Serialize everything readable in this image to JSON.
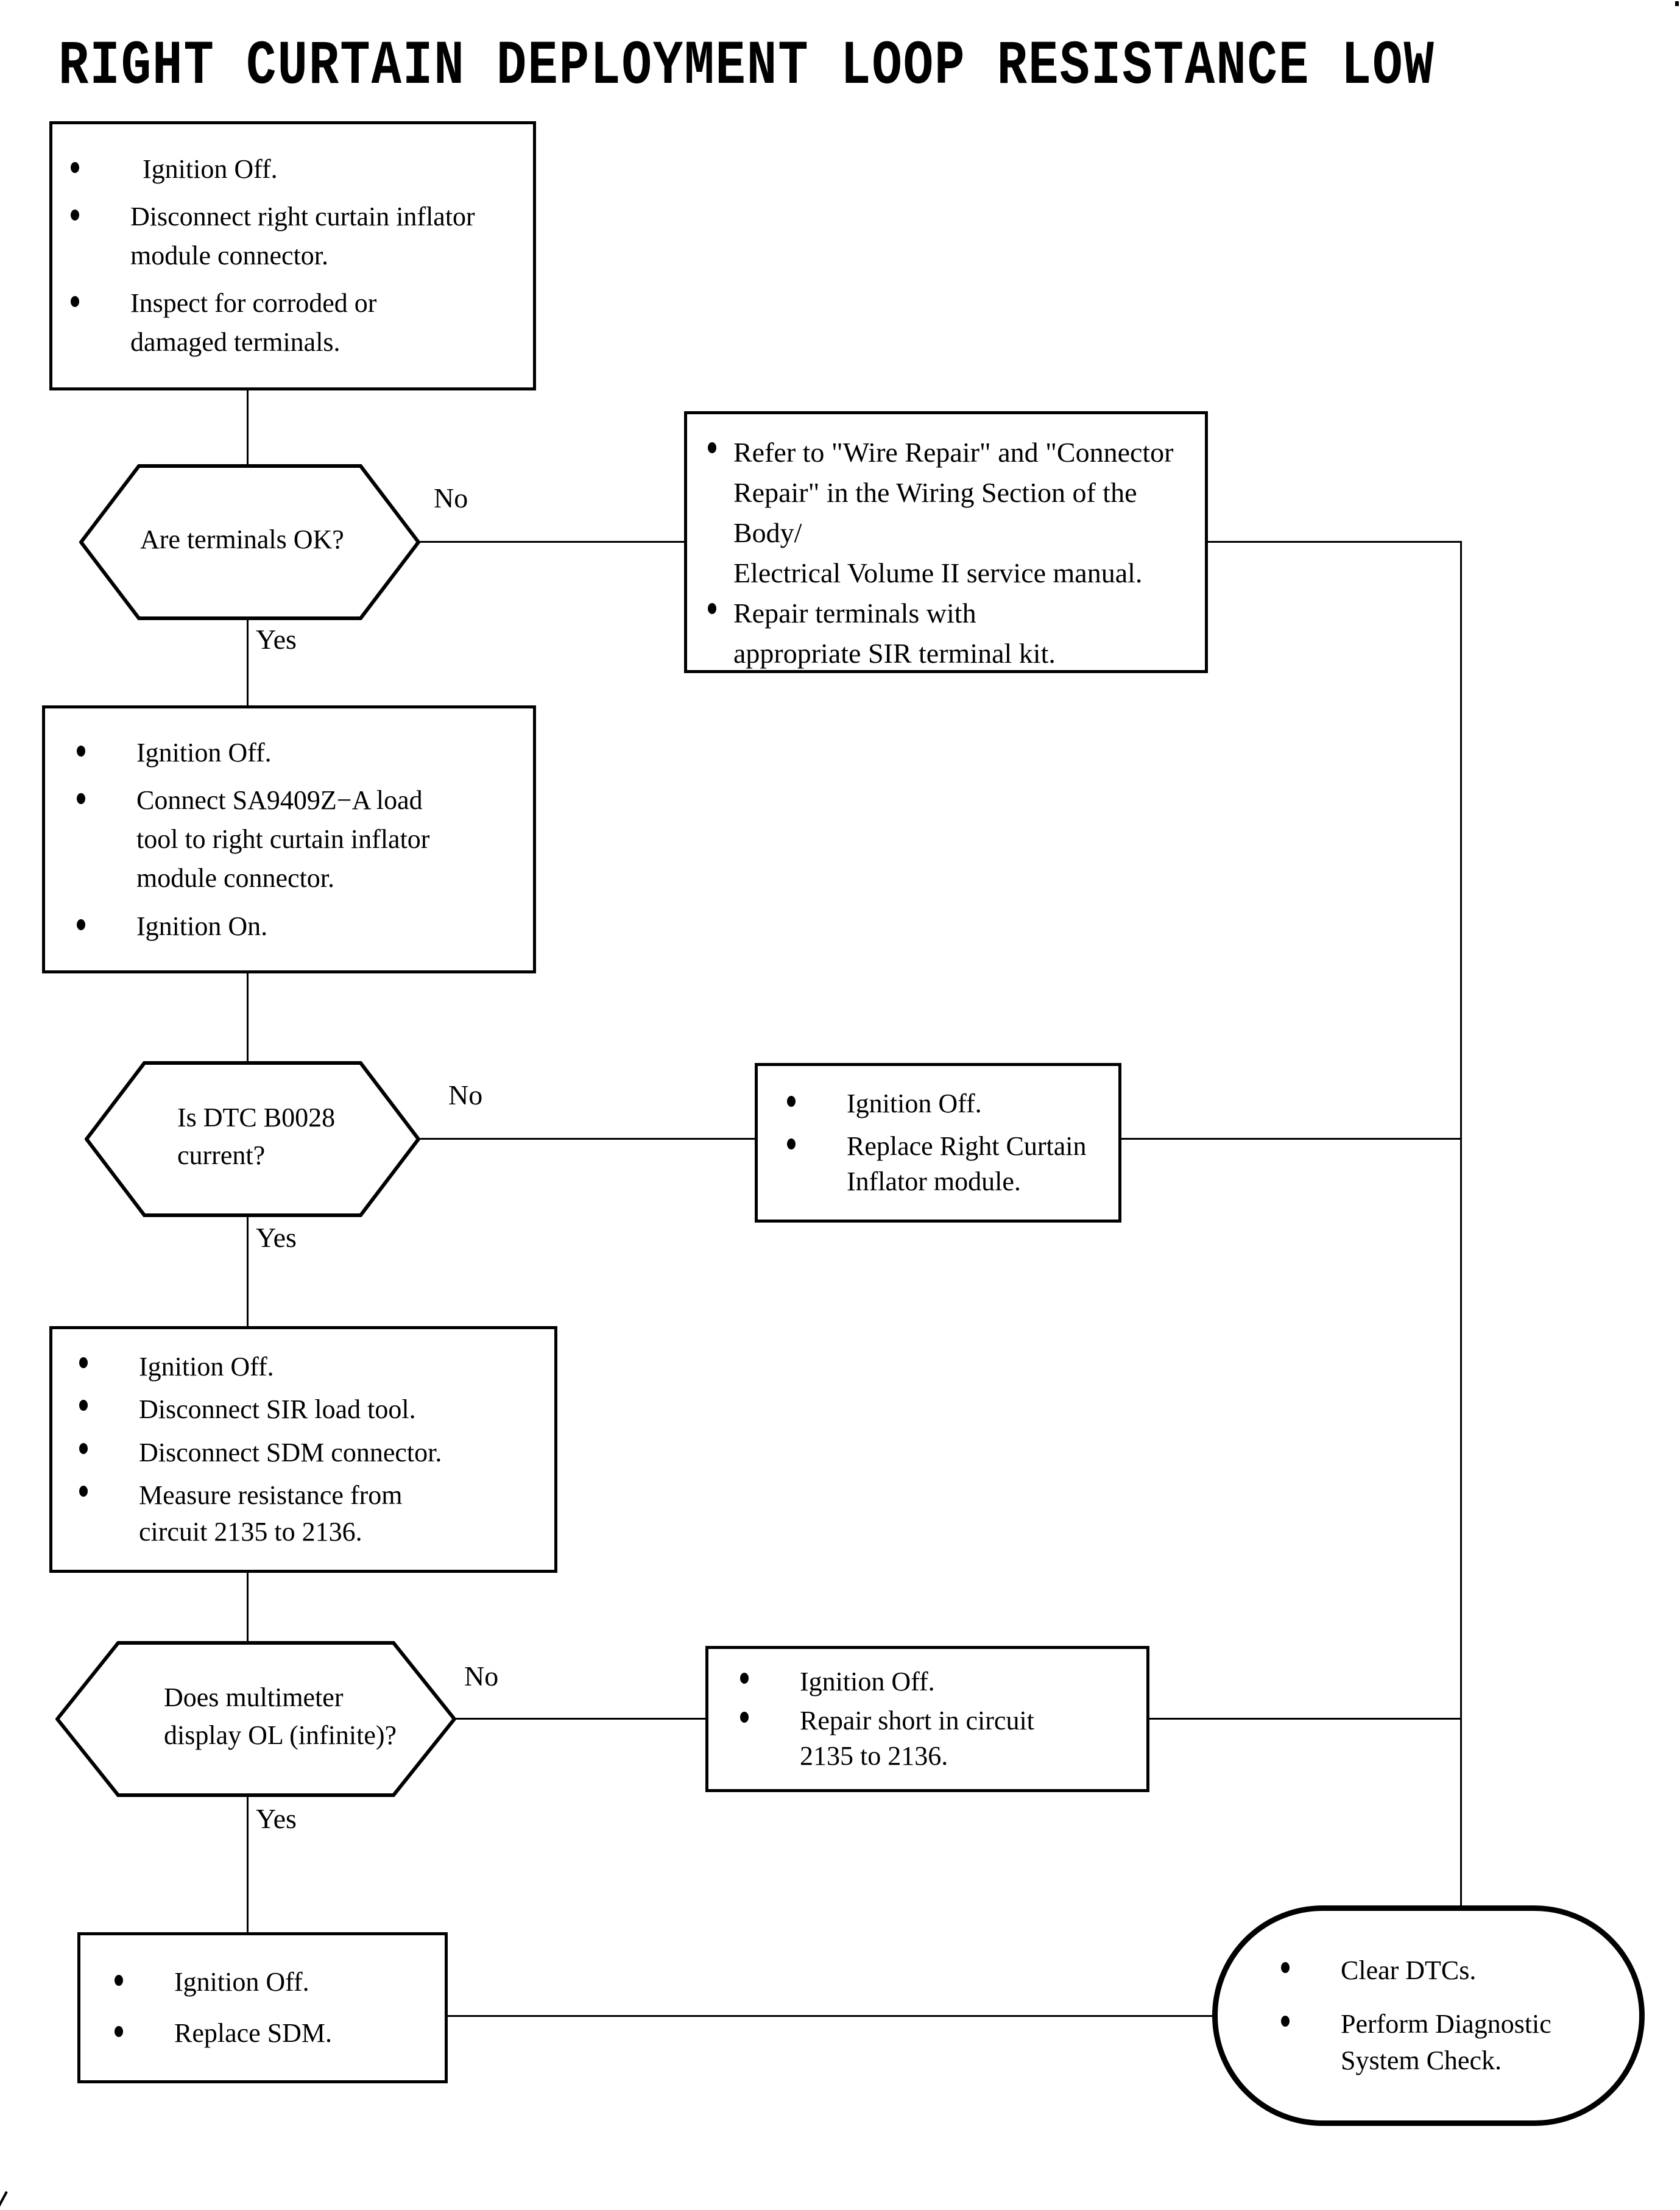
{
  "page": {
    "background": "#ffffff",
    "ink": "#000000"
  },
  "title": "RIGHT CURTAIN DEPLOYMENT LOOP RESISTANCE LOW",
  "labels": {
    "yes": "Yes",
    "no": "No"
  },
  "nodes": {
    "inspect": {
      "items": [
        [
          "Ignition Off."
        ],
        [
          "Disconnect right curtain inflator",
          "module connector."
        ],
        [
          "Inspect for corroded or",
          "damaged terminals."
        ]
      ]
    },
    "terminals_ok": {
      "question": [
        "Are terminals OK?"
      ]
    },
    "wire_repair": {
      "items": [
        [
          "Refer to \"Wire Repair\" and \"Connector",
          "Repair\" in the Wiring Section of the Body/",
          "Electrical Volume II service manual."
        ],
        [
          "Repair terminals with",
          "appropriate SIR terminal kit."
        ]
      ]
    },
    "load_tool": {
      "items": [
        [
          "Ignition Off."
        ],
        [
          "Connect SA9409Z−A load",
          "tool to right curtain inflator",
          "module connector."
        ],
        [
          "Ignition On."
        ]
      ]
    },
    "dtc_current": {
      "question": [
        "Is DTC B0028",
        "current?"
      ]
    },
    "replace_inflator": {
      "items": [
        [
          "Ignition Off."
        ],
        [
          "Replace Right Curtain",
          "Inflator module."
        ]
      ]
    },
    "measure": {
      "items": [
        [
          "Ignition Off."
        ],
        [
          "Disconnect SIR load tool."
        ],
        [
          "Disconnect SDM connector."
        ],
        [
          "Measure resistance from",
          "circuit 2135 to 2136."
        ]
      ]
    },
    "multimeter_ol": {
      "question": [
        "Does multimeter",
        "display OL (infinite)?"
      ]
    },
    "repair_short": {
      "items": [
        [
          "Ignition Off."
        ],
        [
          "Repair short in circuit",
          "2135 to 2136."
        ]
      ]
    },
    "replace_sdm": {
      "items": [
        [
          "Ignition Off."
        ],
        [
          "Replace SDM."
        ]
      ]
    },
    "clear_dtcs": {
      "items": [
        [
          "Clear DTCs."
        ],
        [
          "Perform Diagnostic",
          "System Check."
        ]
      ]
    }
  }
}
